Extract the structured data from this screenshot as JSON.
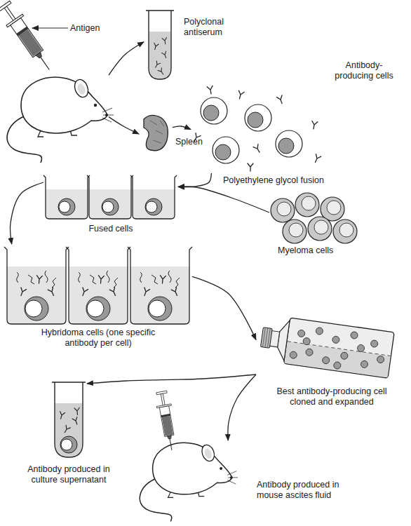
{
  "diagram": {
    "nodes": [
      {
        "text": [
          "Antigen"
        ]
      },
      {
        "text": [
          "Polyclonal antiserum"
        ]
      },
      {
        "text": [
          "Spleen"
        ]
      },
      {
        "text": [
          "Antibody-producing cells"
        ]
      },
      {
        "text": [
          "Myeloma cells"
        ]
      },
      {
        "text": [
          "Fused cells"
        ]
      },
      {
        "text": [
          "Hybridoma cells (one specific antibody per cell)"
        ]
      },
      {
        "text": [
          "Best antibody-producing cell cloned and expanded"
        ]
      },
      {
        "text": [
          "Antibody produced in culture supernatant"
        ]
      },
      {
        "text": [
          "Antibody produced in mouse ascites fluid"
        ]
      }
    ],
    "edges": [
      {
        "from": 0,
        "to": 1,
        "arrow": "to"
      },
      {
        "from": 0,
        "to": 2,
        "arrow": "to"
      },
      {
        "from": 2,
        "to": 3,
        "arrow": "to"
      },
      {
        "from": 3,
        "to": 5,
        "label": "Polyethylene glycol fusion",
        "arrow": "to"
      },
      {
        "from": 4,
        "to": 5,
        "arrow": "to"
      },
      {
        "from": 5,
        "to": 6,
        "arrow": "to"
      },
      {
        "from": 6,
        "to": 7,
        "arrow": "to"
      },
      {
        "from": 7,
        "to": 8,
        "arrow": "to"
      },
      {
        "from": 7,
        "to": 9,
        "arrow": "to"
      }
    ]
  }
}
